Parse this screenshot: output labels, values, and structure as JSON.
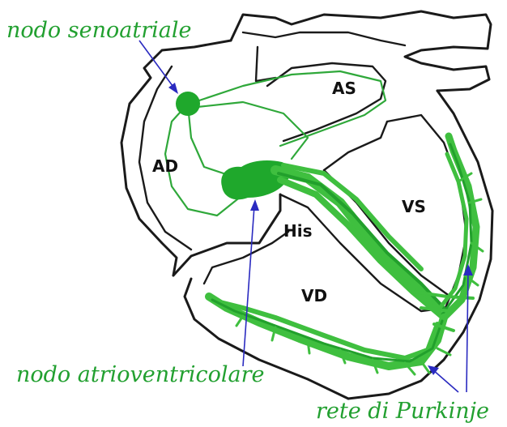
{
  "labels": {
    "sa_node": "nodo senoatriale",
    "av_node": "nodo atrioventricolare",
    "purkinje": "rete di Purkinje"
  },
  "chambers": {
    "right_atrium": "AD",
    "left_atrium": "AS",
    "right_ventricle": "VD",
    "left_ventricle": "VS",
    "his_bundle": "His"
  },
  "colors": {
    "conduction": "#2fa83a",
    "label_green": "#22a030",
    "arrow_blue": "#2a2ac0",
    "outline": "#1a1a1a"
  }
}
